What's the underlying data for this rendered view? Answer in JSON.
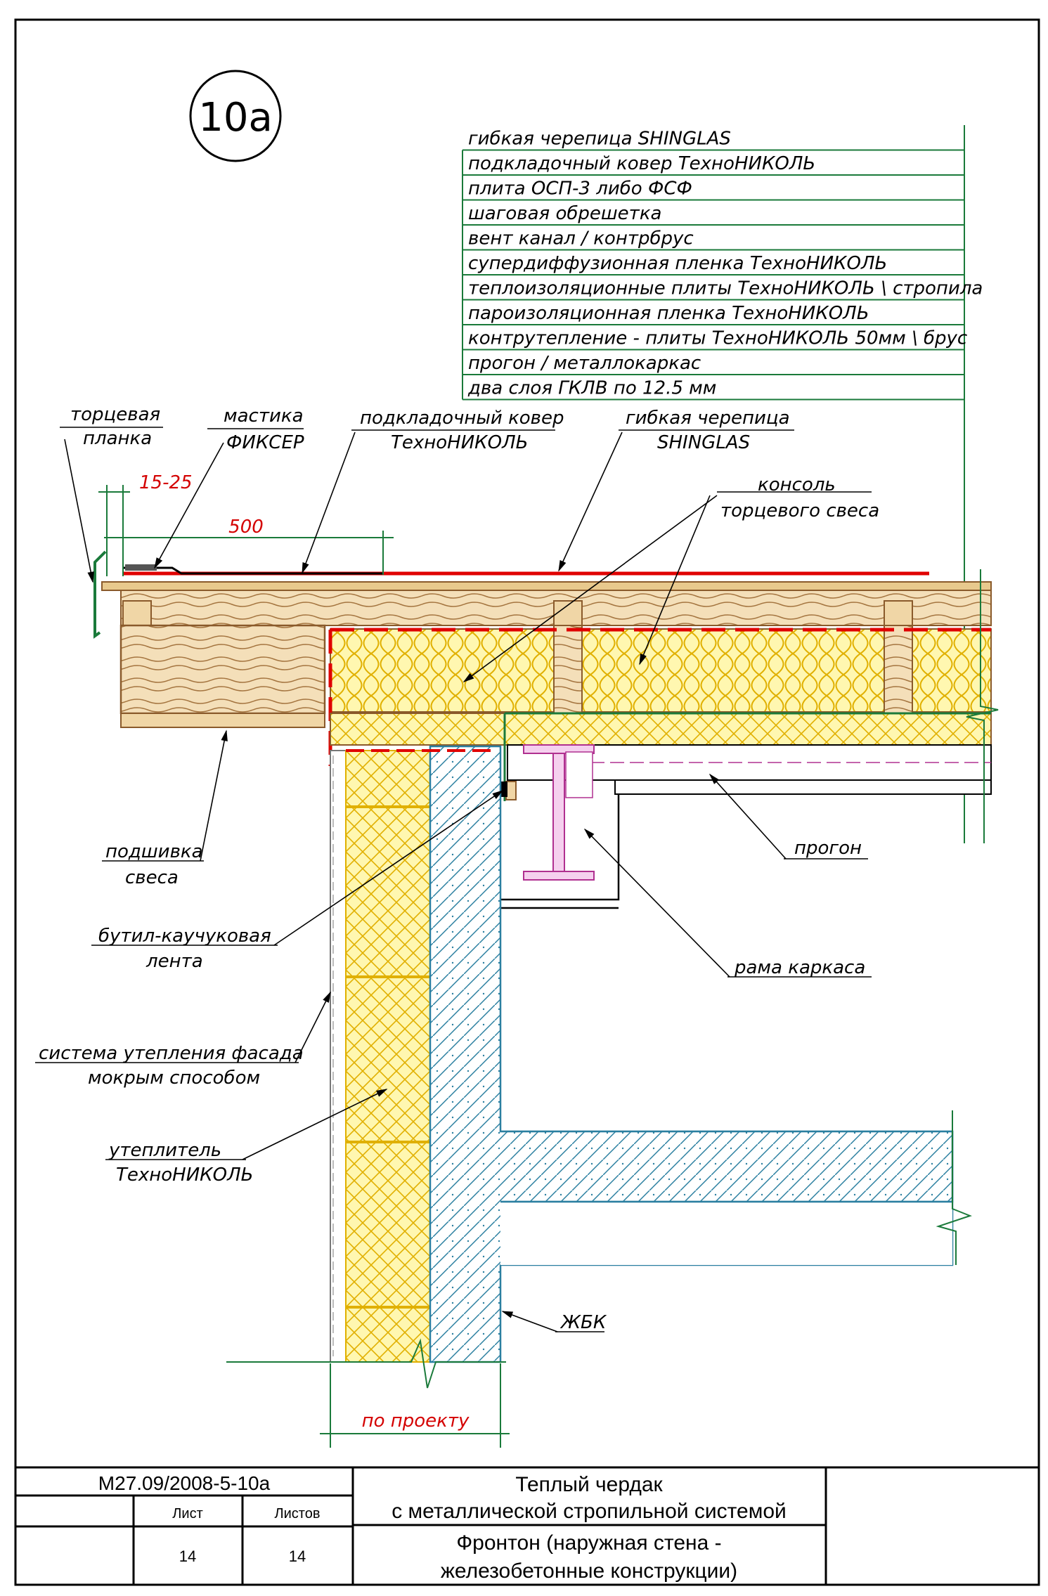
{
  "detail_id": "10a",
  "layers": [
    "гибкая черепица SHINGLAS",
    "подкладочный ковер ТехноНИКОЛЬ",
    "плита ОСП-3 либо ФСФ",
    "шаговая обрешетка",
    "вент канал / контрбрус",
    "супердиффузионная пленка ТехноНИКОЛЬ",
    "теплоизоляционные плиты ТехноНИКОЛЬ  \\ стропила",
    "пароизоляционная пленка ТехноНИКОЛЬ",
    "контрутепление - плиты ТехноНИКОЛЬ 50мм \\ брус",
    "прогон / металлокаркас",
    "два слоя ГКЛВ по 12.5 мм"
  ],
  "callouts": {
    "end_strip": [
      "торцевая",
      "планка"
    ],
    "mastic": [
      "мастика",
      "ФИКСЕР"
    ],
    "underlay": [
      "подкладочный ковер",
      "ТехноНИКОЛЬ"
    ],
    "shingles": [
      "гибкая черепица",
      "SHINGLAS"
    ],
    "console": [
      "консоль",
      "торцевого свеса"
    ],
    "soffit": [
      "подшивка",
      "свеса"
    ],
    "butyl_tape": [
      "бутил-каучуковая",
      "лента"
    ],
    "facade_system": [
      "система утепления фасада",
      "мокрым способом"
    ],
    "insulation": [
      "утеплитель",
      "ТехноНИКОЛЬ"
    ],
    "purlin": "прогон",
    "frame": "рама каркаса",
    "concrete": "ЖБК"
  },
  "dimensions": {
    "overlap": "15-25",
    "underlay_width": "500",
    "wall": "по проекту"
  },
  "title_block": {
    "code": "М27.09/2008-5-10а",
    "sheet_label": "Лист",
    "sheets_label": "Листов",
    "sheet": "14",
    "sheets": "14",
    "title_line1": "Теплый чердак",
    "title_line2": "с металлической стропильной системой",
    "subtitle_line1": "Фронтон (наружная стена -",
    "subtitle_line2": "железобетонные конструкции)"
  },
  "colors": {
    "leader": "#1a7a3a",
    "dimension": "#d40000",
    "membrane": "#e00000",
    "wood": "#8a5a2b",
    "insulation_fill": "#fff7b0",
    "insulation_line": "#e0b000",
    "concrete": "#2a7fa0",
    "steel": "#b03090"
  }
}
